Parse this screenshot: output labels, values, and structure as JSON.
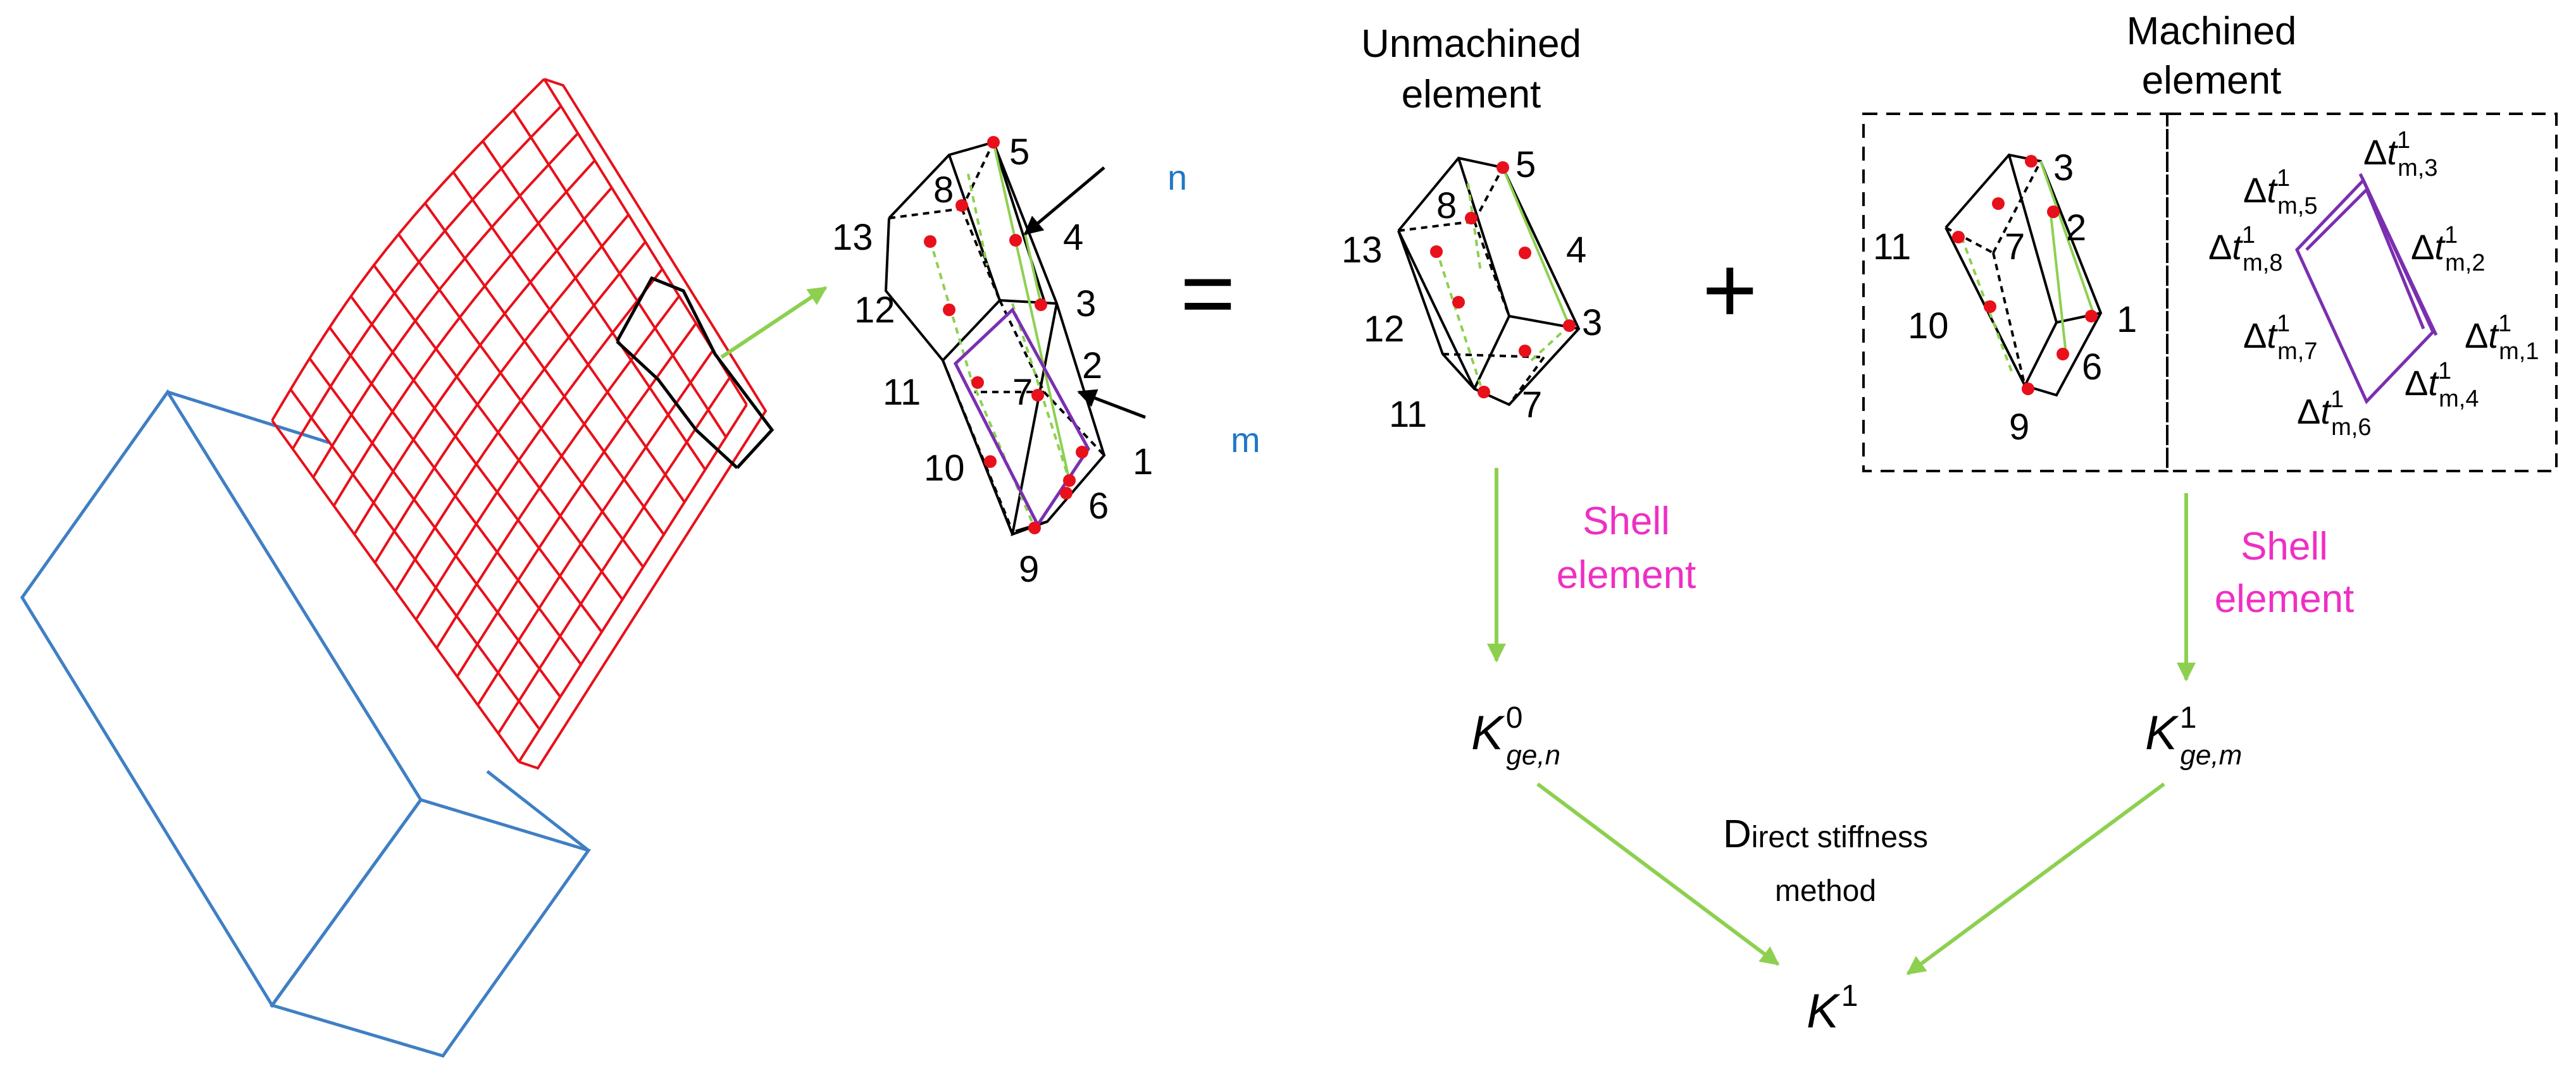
{
  "colors": {
    "mesh": "#e8101a",
    "box": "#3f7fc4",
    "arrow": "#8dd050",
    "node": "#e8101a",
    "purple": "#7a2fb0",
    "pink": "#ee2fc4",
    "label_blue": "#1f78c8"
  },
  "center_element": {
    "nodes": [
      "13",
      "8",
      "5",
      "4",
      "12",
      "3",
      "11",
      "7",
      "2",
      "10",
      "1",
      "6",
      "9"
    ],
    "label_n": "n",
    "label_m": "m"
  },
  "equals": "=",
  "plus": "+",
  "unmachined": {
    "title_1": "Unmachined",
    "title_2": "element",
    "nodes": [
      "13",
      "8",
      "5",
      "4",
      "12",
      "3",
      "11",
      "7"
    ],
    "shell_1": "Shell",
    "shell_2": "element",
    "matrix": {
      "base": "K",
      "sup": "0",
      "sub": "ge,n"
    }
  },
  "machined": {
    "title_1": "Machined",
    "title_2": "element",
    "nodes": [
      "11",
      "3",
      "7",
      "2",
      "10",
      "1",
      "6",
      "9"
    ],
    "deltas": [
      {
        "sup": "1",
        "sub": "m,3"
      },
      {
        "sup": "1",
        "sub": "m,5"
      },
      {
        "sup": "1",
        "sub": "m,8"
      },
      {
        "sup": "1",
        "sub": "m,2"
      },
      {
        "sup": "1",
        "sub": "m,7"
      },
      {
        "sup": "1",
        "sub": "m,1"
      },
      {
        "sup": "1",
        "sub": "m,4"
      },
      {
        "sup": "1",
        "sub": "m,6"
      }
    ],
    "shell_1": "Shell",
    "shell_2": "element",
    "matrix": {
      "base": "K",
      "sup": "1",
      "sub": "ge,m"
    }
  },
  "method": {
    "line_1_initial": "D",
    "line_1_rest": "irect stiffness",
    "line_2": "method"
  },
  "result": {
    "base": "K",
    "sup": "1"
  }
}
